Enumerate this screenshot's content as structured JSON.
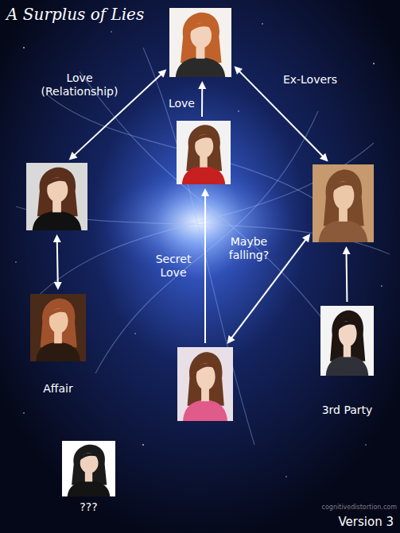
{
  "diagram": {
    "title": "A Surplus of Lies",
    "nodes": [
      {
        "text": []
      },
      {
        "text": []
      },
      {
        "text": []
      },
      {
        "text": []
      },
      {
        "text": [
          "Affair"
        ]
      },
      {
        "text": []
      },
      {
        "text": [
          "3rd Party"
        ]
      },
      {
        "text": [
          "???"
        ]
      }
    ],
    "edges": [
      {
        "from": 2,
        "to": 0,
        "label": "Love (Relationship)",
        "arrow": "both"
      },
      {
        "from": 1,
        "to": 0,
        "label": "Love",
        "arrow": "to"
      },
      {
        "from": 0,
        "to": 3,
        "label": "Ex-Lovers",
        "arrow": "both"
      },
      {
        "from": 2,
        "to": 4,
        "arrow": "both"
      },
      {
        "from": 5,
        "to": 1,
        "label": "Secret Love",
        "arrow": "to"
      },
      {
        "from": 5,
        "to": 3,
        "label": "Maybe falling?",
        "arrow": "both"
      },
      {
        "from": 6,
        "to": 3,
        "arrow": "to"
      }
    ],
    "labels": [
      "Version 3",
      "cognitivedistortion.com"
    ]
  }
}
